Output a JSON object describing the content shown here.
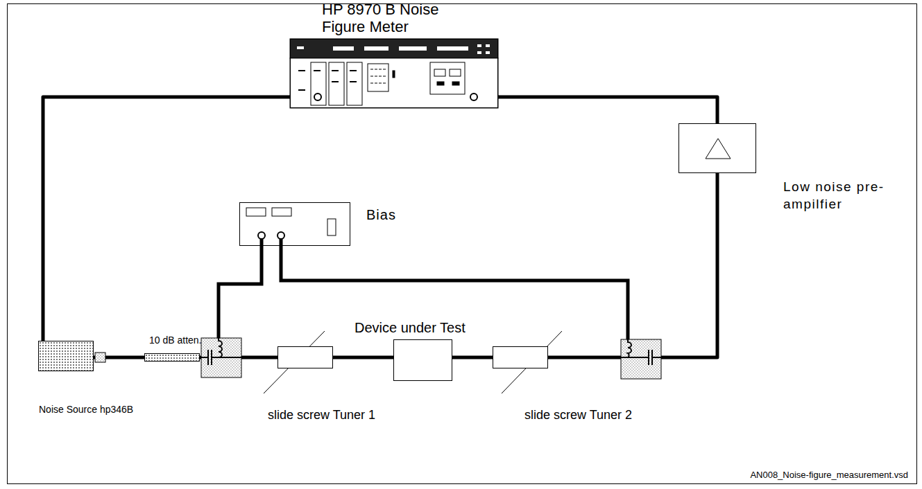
{
  "diagram": {
    "nodes": [
      {
        "text": [
          "HP 8970 B Noise Figure Meter"
        ]
      },
      {
        "text": [
          "Low noise pre-ampilfier"
        ]
      },
      {
        "text": [
          "Bias"
        ]
      },
      {
        "text": [
          "Noise Source hp346B"
        ]
      },
      {
        "text": [
          "10 dB atten."
        ]
      },
      {
        "text": [
          "slide screw Tuner 1"
        ]
      },
      {
        "text": [
          "Device under Test"
        ]
      },
      {
        "text": [
          "slide screw Tuner 2"
        ]
      }
    ],
    "edges": [
      {
        "from": 0,
        "to": 3,
        "arrow": "none"
      },
      {
        "from": 3,
        "to": 4,
        "arrow": "none"
      },
      {
        "from": 4,
        "to": 5,
        "arrow": "none"
      },
      {
        "from": 5,
        "to": 6,
        "arrow": "none"
      },
      {
        "from": 6,
        "to": 7,
        "arrow": "none"
      },
      {
        "from": 7,
        "to": 1,
        "arrow": "none"
      },
      {
        "from": 1,
        "to": 0,
        "arrow": "none"
      }
    ],
    "labels": [
      "AN008_Noise-figure_measurement.vsd"
    ]
  }
}
